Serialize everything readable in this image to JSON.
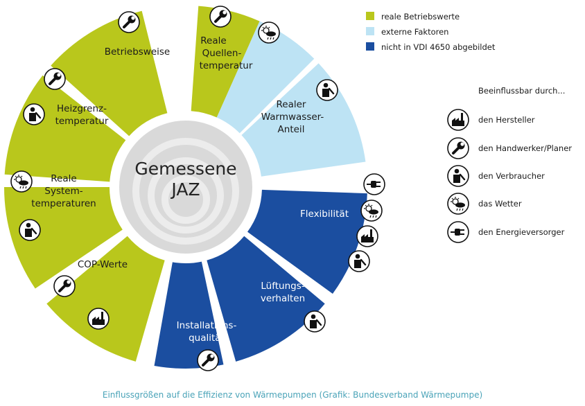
{
  "colors": {
    "green": "#b9c71c",
    "light_blue": "#bde3f4",
    "dark_blue": "#1b4ea0",
    "center_gray": "#d9d9d9",
    "caption": "#4aa3b8"
  },
  "center": {
    "line1": "Gemessene",
    "line2": "JAZ"
  },
  "segments": {
    "quellentemperatur": {
      "lines": [
        "Reale",
        "Quellen-",
        "temperatur"
      ],
      "icons": [
        "wrench-icon",
        "weather-icon"
      ]
    },
    "warmwasser": {
      "lines": [
        "Realer",
        "Warmwasser-",
        "Anteil"
      ],
      "icons": [
        "consumer-icon"
      ]
    },
    "flexibilitaet": {
      "lines": [
        "Flexibilität"
      ],
      "icons": [
        "plug-icon",
        "weather-icon",
        "factory-icon",
        "consumer-icon"
      ]
    },
    "lueftung": {
      "lines": [
        "Lüftungs-",
        "verhalten"
      ],
      "icons": [
        "consumer-icon"
      ]
    },
    "installation": {
      "lines": [
        "Installations-",
        "qualität"
      ],
      "icons": [
        "wrench-icon"
      ]
    },
    "cop": {
      "lines": [
        "COP-Werte"
      ],
      "icons": [
        "wrench-icon",
        "factory-icon"
      ]
    },
    "systemtemperaturen": {
      "lines": [
        "Reale",
        "System-",
        "temperaturen"
      ],
      "icons": [
        "weather-icon",
        "consumer-icon"
      ]
    },
    "heizgrenz": {
      "lines": [
        "Heizgrenz-",
        "temperatur"
      ],
      "icons": [
        "wrench-icon",
        "consumer-icon"
      ]
    },
    "betriebsweise": {
      "lines": [
        "Betriebsweise"
      ],
      "icons": [
        "wrench-icon"
      ]
    }
  },
  "legend": {
    "categories": [
      {
        "label": "reale Betriebswerte",
        "color": "#b9c71c"
      },
      {
        "label": "externe Faktoren",
        "color": "#bde3f4"
      },
      {
        "label": "nicht in VDI 4650 abgebildet",
        "color": "#1b4ea0"
      }
    ],
    "influence_title": "Beeinflussbar durch...",
    "influencers": [
      {
        "icon": "factory-icon",
        "label": "den Hersteller"
      },
      {
        "icon": "wrench-icon",
        "label": "den Handwerker/Planer"
      },
      {
        "icon": "consumer-icon",
        "label": "den Verbraucher"
      },
      {
        "icon": "weather-icon",
        "label": "das Wetter"
      },
      {
        "icon": "plug-icon",
        "label": "den Energieversorger"
      }
    ]
  },
  "caption": "Einflussgrößen auf die Effizienz von Wärmepumpen (Grafik: Bundesverband Wärmepumpe)"
}
